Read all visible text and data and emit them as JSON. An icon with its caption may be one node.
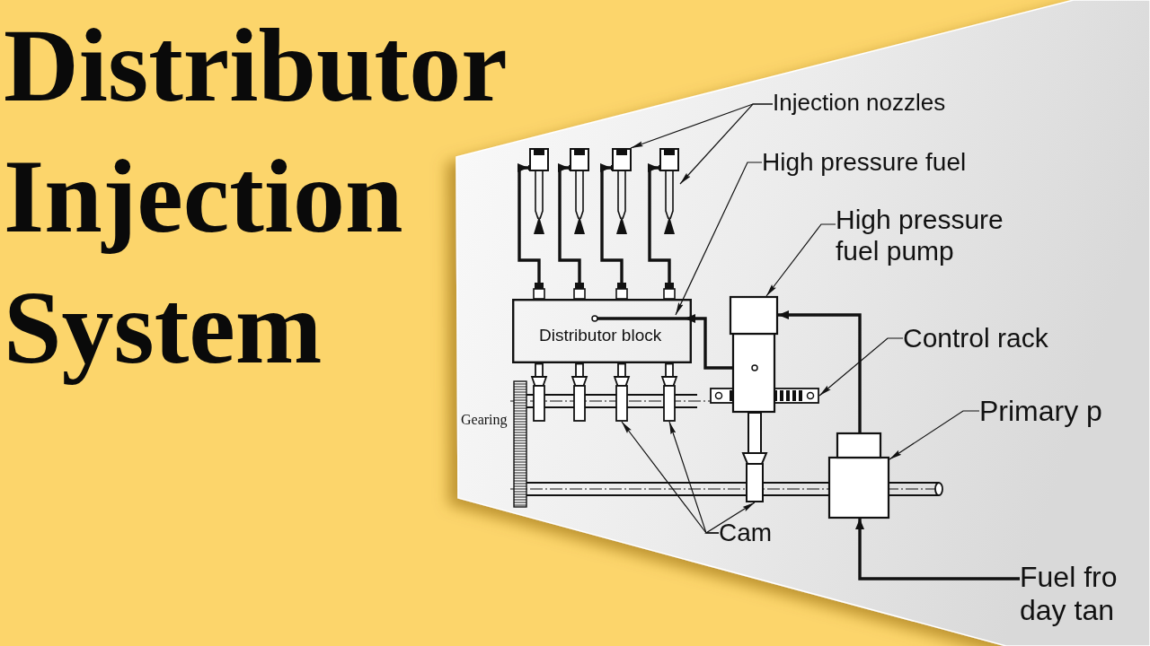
{
  "diagram": {
    "title": "Distributor Injection System",
    "nodes": [
      {
        "text": [
          "Injection nozzles"
        ]
      },
      {
        "text": [],
        "shape": "picture"
      },
      {
        "text": [],
        "shape": "picture"
      },
      {
        "text": [],
        "shape": "picture"
      },
      {
        "text": [],
        "shape": "picture"
      },
      {
        "text": [
          "High pressure fuel"
        ]
      },
      {
        "text": [
          "High pressure fuel pump"
        ]
      },
      {
        "text": [
          "Distributor block"
        ]
      },
      {
        "text": [],
        "shape": "picture",
        "in": 7
      },
      {
        "text": [],
        "shape": "picture"
      },
      {
        "text": [
          "Control rack"
        ]
      },
      {
        "text": [],
        "shape": "bar"
      },
      {
        "text": [
          "Primary p"
        ]
      },
      {
        "text": [],
        "shape": "picture"
      },
      {
        "text": [],
        "shape": "picture"
      },
      {
        "text": [],
        "shape": "picture"
      },
      {
        "text": [],
        "shape": "picture"
      },
      {
        "text": [],
        "shape": "picture"
      },
      {
        "text": [],
        "shape": "box"
      },
      {
        "text": [
          "Cam"
        ]
      },
      {
        "text": [
          "Fuel fro day tan"
        ]
      }
    ],
    "edges": [
      {
        "from": 0,
        "to": 3,
        "arrow": "to"
      },
      {
        "from": 0,
        "to": 4,
        "arrow": "to"
      },
      {
        "from": 7,
        "to": 1,
        "arrow": "to",
        "style": "thick"
      },
      {
        "from": 7,
        "to": 2,
        "arrow": "to",
        "style": "thick"
      },
      {
        "from": 7,
        "to": 3,
        "arrow": "to",
        "style": "thick"
      },
      {
        "from": 7,
        "to": 4,
        "arrow": "to",
        "style": "thick"
      },
      {
        "from": 5,
        "to": 8,
        "arrow": "to"
      },
      {
        "from": 6,
        "to": 9,
        "arrow": "to"
      },
      {
        "from": 9,
        "to": 8,
        "arrow": "to",
        "style": "thick"
      },
      {
        "from": 18,
        "to": 9,
        "arrow": "to",
        "style": "thick"
      },
      {
        "from": 10,
        "to": 11,
        "arrow": "to"
      },
      {
        "from": 12,
        "to": 18,
        "arrow": "to"
      },
      {
        "from": 19,
        "to": 15,
        "arrow": "to"
      },
      {
        "from": 19,
        "to": 16,
        "arrow": "to"
      },
      {
        "from": 19,
        "to": 17,
        "arrow": "to"
      },
      {
        "from": 20,
        "to": 18,
        "arrow": "to",
        "style": "thick"
      }
    ],
    "labels": [
      "Gearing"
    ]
  }
}
